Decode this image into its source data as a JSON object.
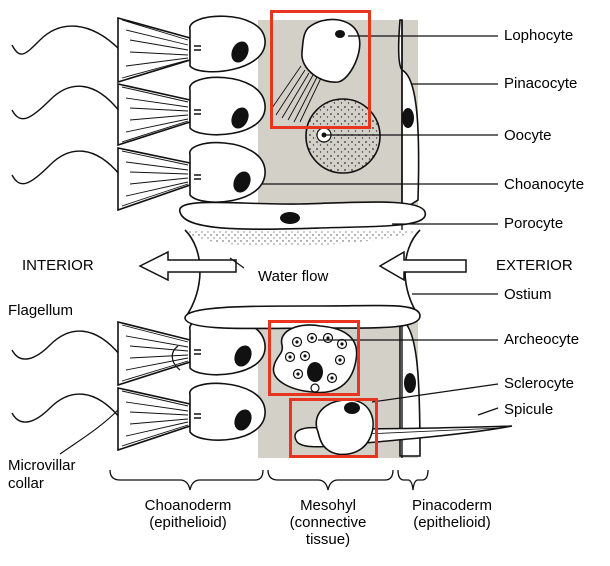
{
  "labels": {
    "lophocyte": "Lophocyte",
    "pinacocyte": "Pinacocyte",
    "oocyte": "Oocyte",
    "choanocyte": "Choanocyte",
    "porocyte": "Porocyte",
    "interior": "INTERIOR",
    "exterior": "EXTERIOR",
    "water_flow": "Water flow",
    "ostium": "Ostium",
    "flagellum": "Flagellum",
    "archeocyte": "Archeocyte",
    "sclerocyte": "Sclerocyte",
    "spicule": "Spicule",
    "microvillar_collar_line1": "Microvillar",
    "microvillar_collar_line2": "collar"
  },
  "layers": {
    "choanoderm_line1": "Choanoderm",
    "choanoderm_line2": "(epithelioid)",
    "mesohyl_line1": "Mesohyl",
    "mesohyl_line2": "(connective",
    "mesohyl_line3": "tissue)",
    "pinacoderm_line1": "Pinacoderm",
    "pinacoderm_line2": "(epithelioid)"
  },
  "colors": {
    "highlight": "#e8351f",
    "mesohyl_fill": "#d3d0c8",
    "ink": "#111111"
  }
}
